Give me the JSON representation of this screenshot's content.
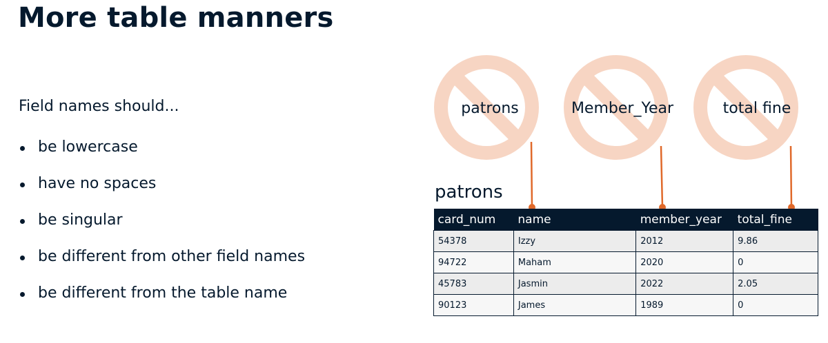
{
  "slide": {
    "title": "More table manners",
    "intro": "Field names should...",
    "bullets": [
      "be lowercase",
      "have no spaces",
      "be singular",
      "be different from other field names",
      "be different from the table name"
    ]
  },
  "bad_names": [
    "patrons",
    "Member_Year",
    "total fine"
  ],
  "colors": {
    "ban_symbol": "#f7d5c3",
    "connector": "#e0692a",
    "header_bg": "#05192d"
  },
  "table": {
    "name": "patrons",
    "columns": [
      "card_num",
      "name",
      "member_year",
      "total_fine"
    ],
    "rows": [
      [
        "54378",
        "Izzy",
        "2012",
        "9.86"
      ],
      [
        "94722",
        "Maham",
        "2020",
        "0"
      ],
      [
        "45783",
        "Jasmin",
        "2022",
        "2.05"
      ],
      [
        "90123",
        "James",
        "1989",
        "0"
      ]
    ]
  }
}
